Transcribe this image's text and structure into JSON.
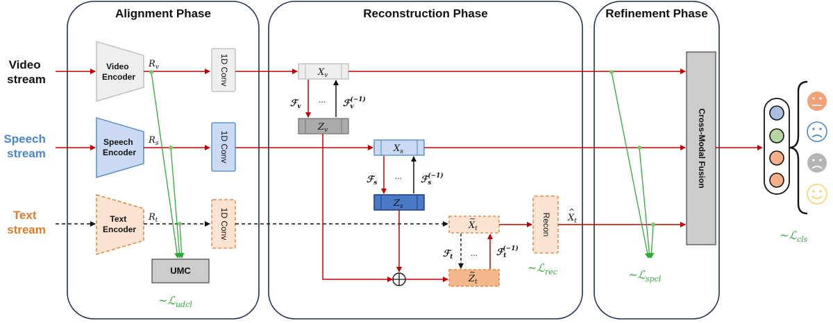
{
  "phases": {
    "alignment": "Alignment Phase",
    "reconstruction": "Reconstruction Phase",
    "refinement": "Refinement Phase"
  },
  "streams": {
    "video": [
      "Video",
      "stream"
    ],
    "speech": [
      "Speech",
      "stream"
    ],
    "text": [
      "Text",
      "stream"
    ]
  },
  "encoders": {
    "video": [
      "Video",
      "Encoder"
    ],
    "speech": [
      "Speech",
      "Encoder"
    ],
    "text": [
      "Text",
      "Encoder"
    ]
  },
  "conv_label": "1D Conv",
  "umc_label": "UMC",
  "recon_label": "Recon",
  "fusion_label": "Cross-Modal Fusion",
  "symbols": {
    "R": "R",
    "X": "X",
    "Z": "Z",
    "F": "ℱ",
    "inverse_sup": "(−1)",
    "dots": "...",
    "oplus": "⊕",
    "sub_v": "v",
    "sub_s": "s",
    "sub_t": "t"
  },
  "losses": {
    "udcl": [
      "~ℒ",
      "udcl"
    ],
    "rec": [
      "~ℒ",
      "rec"
    ],
    "spcl": [
      "~ℒ",
      "spcl"
    ],
    "cls": [
      "~ℒ",
      "cls"
    ]
  },
  "colors": {
    "video": "#111111",
    "speech": "#4a86c8",
    "text": "#e07b2a",
    "arrow": "#c00000",
    "green": "#2eaa3a",
    "video_fill": "#eeeeee",
    "speech_fill": "#c9daf2",
    "speech_z_fill": "#4a7ac6",
    "text_fill": "#fce4d2",
    "text_z_fill": "#f5b88c",
    "gray_box": "#cccccc",
    "circle_blue": "#a9bde0",
    "circle_green": "#b6d7a0",
    "circle_orange": "#f5b08a"
  },
  "icons": [
    "neutral-face-icon",
    "sad-face-icon",
    "sad-face-icon",
    "happy-face-icon"
  ]
}
